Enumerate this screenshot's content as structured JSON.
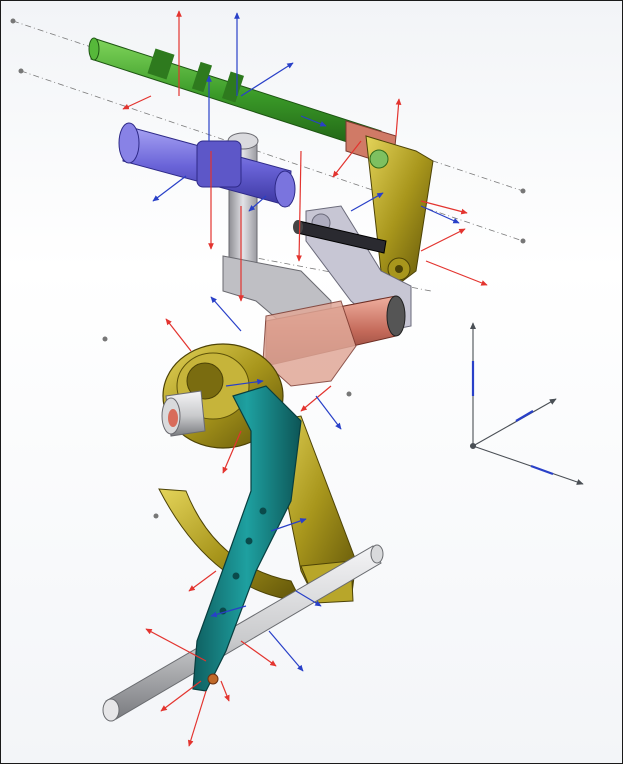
{
  "viewport": {
    "background": "#f4f6f9",
    "border_color": "#1a1a1a"
  },
  "colors": {
    "x_axis": "#e3342f",
    "y_axis": "#2940c8",
    "triad": "#4a4f55",
    "green_shaft": "#3a9a28",
    "blue_housing": "#6a64d8",
    "gray_bracket": "#b8b8bc",
    "orange_shaft": "#c46a5a",
    "olive_lever": "#9a8a18",
    "teal_lever": "#1c8a8a",
    "steel_rod": "#c9cacc",
    "black_rod": "#2a2a30",
    "construction_line": "#7a7a7a"
  },
  "parts": [
    {
      "name": "green-shift-shaft"
    },
    {
      "name": "blue-selector-housing"
    },
    {
      "name": "gray-support-bracket"
    },
    {
      "name": "black-link-rod"
    },
    {
      "name": "olive-upper-lever"
    },
    {
      "name": "gray-link-plate"
    },
    {
      "name": "orange-cross-shaft"
    },
    {
      "name": "olive-hub-gear"
    },
    {
      "name": "teal-shift-lever"
    },
    {
      "name": "olive-shift-fork"
    },
    {
      "name": "steel-guide-rod"
    }
  ],
  "icons": [
    "reference-triad-icon",
    "axis-arrow-icon",
    "construction-point-icon"
  ]
}
